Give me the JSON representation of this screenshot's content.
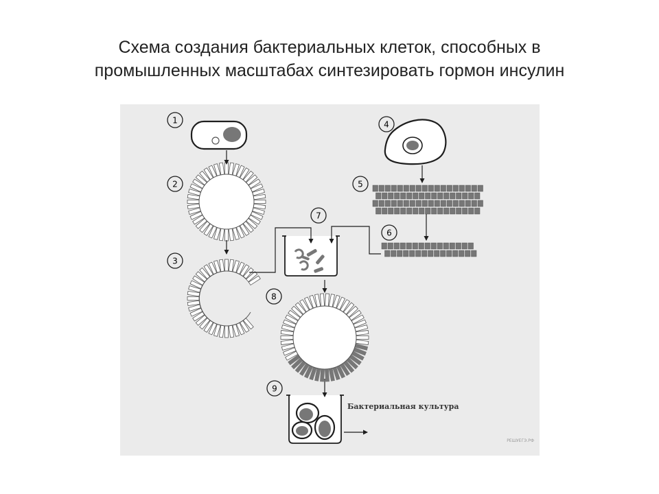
{
  "slide": {
    "title_line1": "Схема создания бактериальных клеток, способных в",
    "title_line2": "промышленных масштабах синтезировать гормон инсулин"
  },
  "diagram": {
    "step_labels": [
      "1",
      "2",
      "3",
      "4",
      "5",
      "6",
      "7",
      "8",
      "9"
    ],
    "culture_label": "Бактериальная культура",
    "watermark": "РЕШУЕГЭ.РФ",
    "colors": {
      "panel": "#ebebeb",
      "outline": "#1e1e1e",
      "fill_dark": "#777777",
      "fill_light": "#ffffff"
    }
  }
}
